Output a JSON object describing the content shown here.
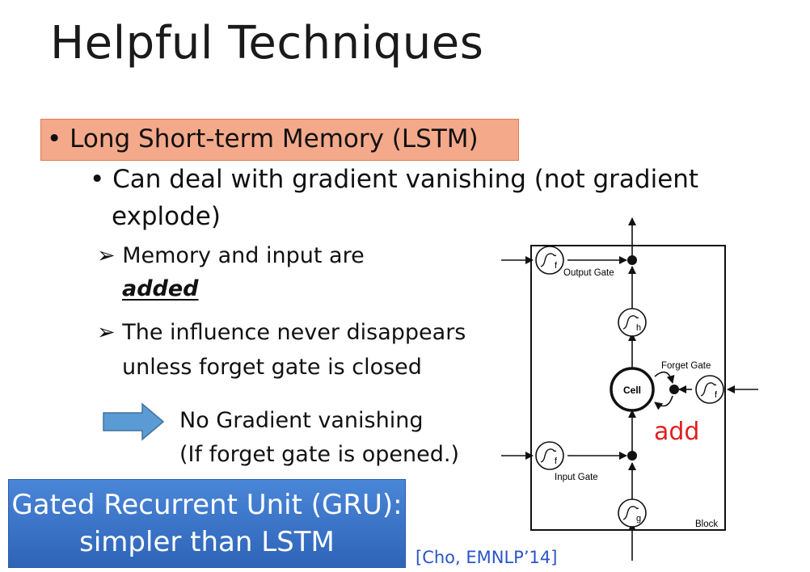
{
  "title": "Helpful Techniques",
  "lstm": {
    "bullet": "•",
    "label": "Long Short-term Memory (LSTM)",
    "sub_bullet": "•",
    "gradient_line1": "Can deal with gradient vanishing (not gradient",
    "gradient_line2": "explode)",
    "point_marker": "➢",
    "point1_text": "Memory and input are",
    "point1_emphasis": "added",
    "point2_line1": "The influence never disappears",
    "point2_line2": "unless forget gate is closed",
    "result_line1": "No Gradient vanishing",
    "result_line2": "(If forget gate is opened.)"
  },
  "gru": {
    "line1": "Gated Recurrent Unit (GRU):",
    "line2": "simpler than LSTM"
  },
  "citation": "[Cho, EMNLP’14]",
  "diagram": {
    "output_gate": "Output Gate",
    "forget_gate": "Forget Gate",
    "input_gate": "Input Gate",
    "cell": "Cell",
    "block": "Block",
    "h_sub": "h",
    "f_sub": "f",
    "g_sub": "g",
    "add": "add"
  },
  "colors": {
    "lstm_highlight": "#f4a98b",
    "gru_box": "#3a74c8",
    "arrow_fill": "#5b9bd5",
    "add_label": "#e02020",
    "citation": "#2a55c9"
  }
}
